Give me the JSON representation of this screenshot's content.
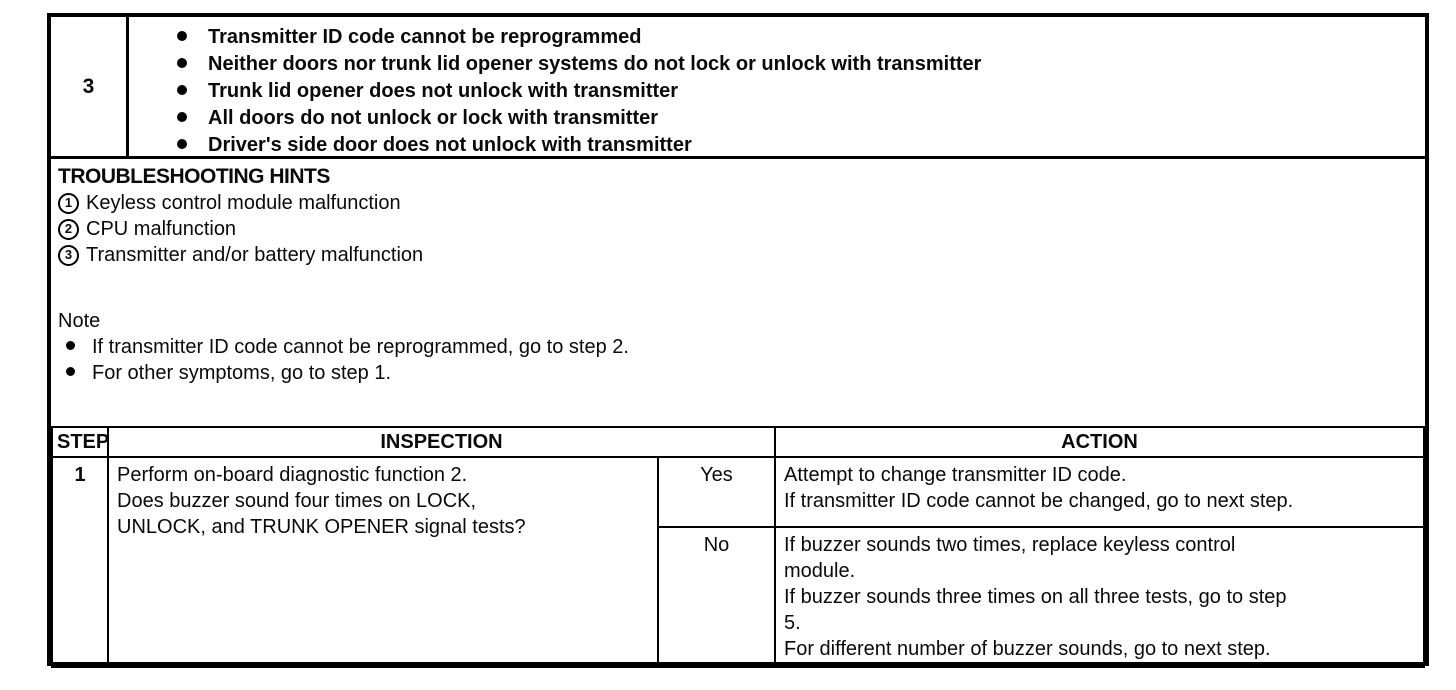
{
  "symptom_row": {
    "number": "3",
    "symptoms": [
      "Transmitter ID code cannot be reprogrammed",
      "Neither doors nor trunk lid opener systems do not lock or unlock with transmitter",
      "Trunk lid opener does not unlock with transmitter",
      "All doors do not unlock or lock with transmitter",
      "Driver's side door does not unlock with transmitter"
    ]
  },
  "hints": {
    "title": "TROUBLESHOOTING HINTS",
    "items": [
      {
        "num": "1",
        "text": "Keyless control module malfunction"
      },
      {
        "num": "2",
        "text": "CPU malfunction"
      },
      {
        "num": "3",
        "text": "Transmitter and/or battery malfunction"
      }
    ],
    "note_title": "Note",
    "notes": [
      "If transmitter ID code cannot be reprogrammed, go to step 2.",
      "For other symptoms, go to step 1."
    ]
  },
  "steps_table": {
    "headers": {
      "step": "STEP",
      "inspection": "INSPECTION",
      "action": "ACTION"
    },
    "row": {
      "step": "1",
      "inspection": "Perform on-board diagnostic function 2.\nDoes buzzer sound four times on LOCK,\nUNLOCK, and TRUNK OPENER signal tests?",
      "yes_label": "Yes",
      "yes_action": "Attempt to change transmitter ID code.\nIf transmitter ID code cannot be changed, go to next step.",
      "no_label": "No",
      "no_action": "If buzzer sounds two times, replace keyless control\nmodule.\nIf buzzer sounds three times on all three tests, go to step\n5.\nFor different number of buzzer sounds, go to next step."
    }
  }
}
